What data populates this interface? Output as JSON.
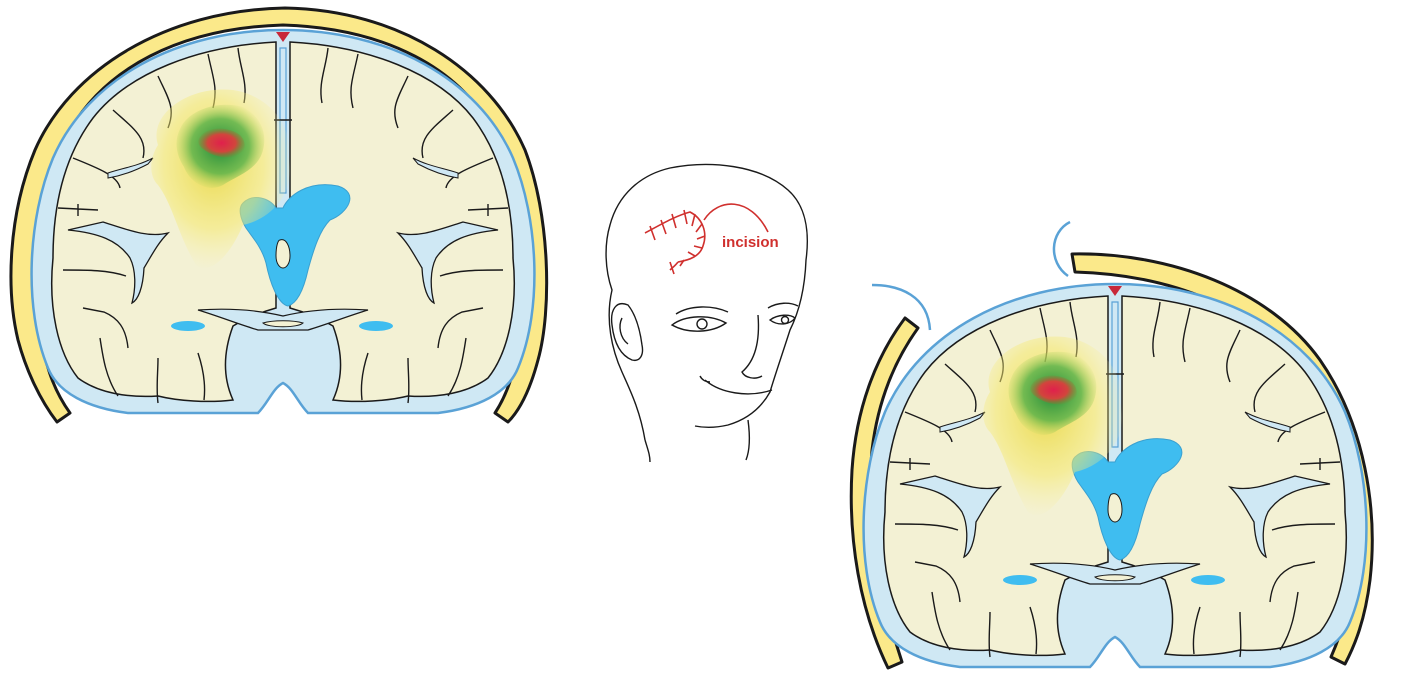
{
  "labels": {
    "incision": "incision"
  },
  "colors": {
    "skull": "#fbe98a",
    "skull_outline": "#1a1a1a",
    "brain": "#f3f1d4",
    "brain_outline": "#1a1a1a",
    "csf": "#cfe8f4",
    "csf_outline": "#5aa2d6",
    "ventricle": "#3fbdf0",
    "sinus": "#c8283a",
    "tumor_outer": "#f7e64a",
    "tumor_mid": "#2f9e48",
    "tumor_core": "#d63a4e",
    "incision": "#d0302e",
    "head_line": "#1a1a1a"
  },
  "panels": [
    {
      "name": "brain-coronal-section-closed",
      "skull": "intact"
    },
    {
      "name": "head-profile-with-incision",
      "skull": "none"
    },
    {
      "name": "brain-coronal-section-craniotomy",
      "skull": "opened"
    }
  ]
}
